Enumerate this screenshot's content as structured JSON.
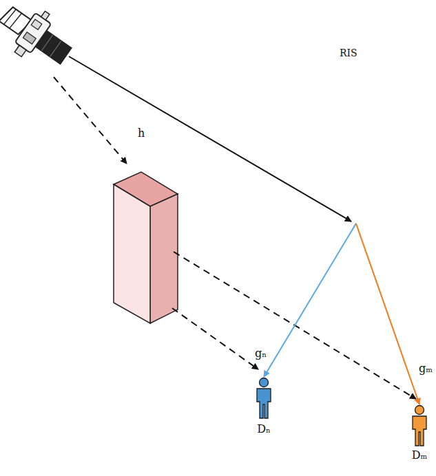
{
  "diagram": {
    "nodes": [
      {
        "text": [
          "RIS"
        ]
      },
      {
        "text": [
          "Dₙ"
        ]
      },
      {
        "text": [
          "Dₘ"
        ]
      }
    ],
    "edges": [
      {
        "from": 0,
        "to": 1,
        "label": "gₙ",
        "arrow": "to"
      },
      {
        "from": 0,
        "to": 2,
        "label": "gₘ",
        "arrow": "to"
      }
    ],
    "labels": [
      "h"
    ]
  }
}
